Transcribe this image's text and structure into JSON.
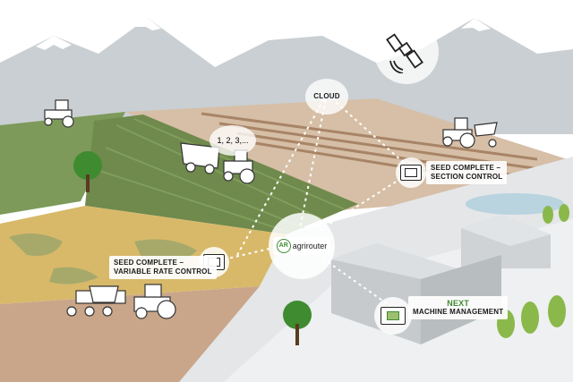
{
  "labels": {
    "cloud": "CLOUD",
    "count": "1, 2, 3,...",
    "section_control": [
      "SEED COMPLETE –",
      "SECTION CONTROL"
    ],
    "variable_rate": [
      "SEED COMPLETE –",
      "VARIABLE RATE CONTROL"
    ],
    "agrirouter": "agrirouter",
    "agrirouter_mark": "AR",
    "next_logo": "NEXT",
    "machine_management": "MACHINE MANAGEMENT"
  },
  "colors": {
    "sky": "#ffffff",
    "mountains": "#c9cfd3",
    "snow": "#ffffff",
    "field_brown": "#c9a68a",
    "field_green": "#6f8a4c",
    "field_yellow": "#d8b96a",
    "road": "#e4e6e8",
    "building": "#d4d7da",
    "tree": "#3f8b2f",
    "accent_green": "#3f8b2f"
  },
  "icons": [
    "satellite-icon",
    "tractor-icon",
    "monitor-icon",
    "building-icon",
    "tree-icon"
  ]
}
